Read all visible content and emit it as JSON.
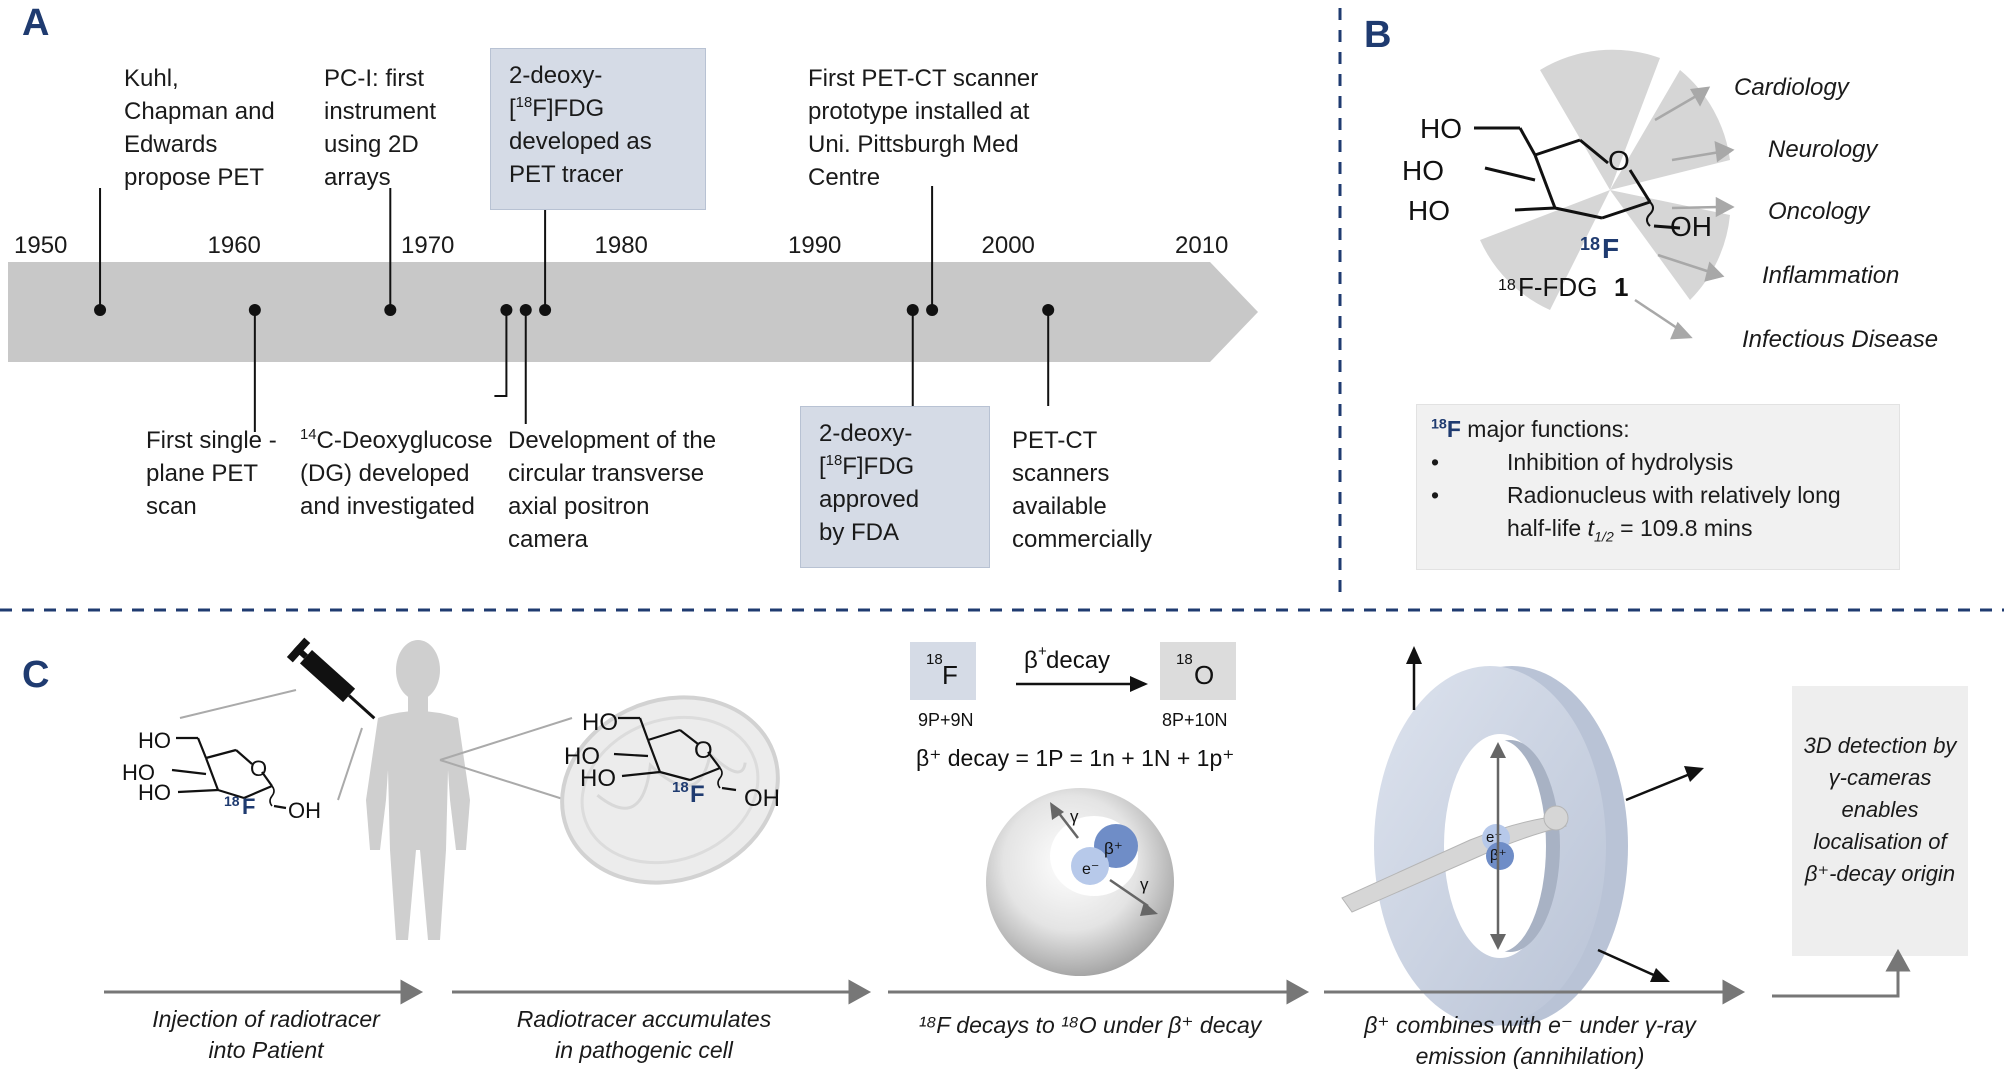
{
  "panels": {
    "a": "A",
    "b": "B",
    "c": "C"
  },
  "timeline": {
    "years": [
      "1950",
      "1960",
      "1970",
      "1980",
      "1990",
      "2000",
      "2010"
    ],
    "events_above": [
      {
        "year": 1953,
        "text": "Kuhl,\nChapman and\nEdwards\npropose PET"
      },
      {
        "year": 1968,
        "text": "PC-I: first\ninstrument\nusing 2D\narrays"
      },
      {
        "year": 1976,
        "pre": "2-deoxy-\n[",
        "sup": "18",
        "post": "F]FDG\ndeveloped as\nPET tracer",
        "boxed": true
      },
      {
        "year": 1996,
        "text": "First PET-CT scanner\nprototype installed at\nUni. Pittsburgh Med\nCentre"
      }
    ],
    "events_below": [
      {
        "year": 1961,
        "text": "First single -\nplane PET\nscan"
      },
      {
        "year": 1974,
        "sup": "14",
        "text": "C-Deoxyglucose\n(DG) developed\nand investigated"
      },
      {
        "year": 1975,
        "text": "Development of the\ncircular transverse\naxial positron\ncamera"
      },
      {
        "year": 1995,
        "pre": "2-deoxy-\n[",
        "sup": "18",
        "post": "F]FDG\napproved\nby FDA",
        "boxed": true
      },
      {
        "year": 2002,
        "text": "PET-CT\nscanners\navailable\ncommercially"
      }
    ]
  },
  "panel_b": {
    "molecule": {
      "ho1": "HO",
      "ho2": "HO",
      "ho3": "HO",
      "o": "O",
      "oh": "OH",
      "f_sup": "18",
      "f": "F"
    },
    "label": {
      "sup": "18",
      "text": "F-FDG",
      "num": "1"
    },
    "applications": [
      "Cardiology",
      "Neurology",
      "Oncology",
      "Inflammation",
      "Infectious Disease"
    ],
    "functions_box": {
      "title_sup": "18",
      "title_f": "F",
      "title": " major functions:",
      "bullet": "•",
      "items": [
        "Inhibition of hydrolysis",
        "Radionucleus with relatively long",
        "half-life "
      ],
      "t_half": "t",
      "t_sub": "1/2",
      "t_val": " = 109.8 mins"
    }
  },
  "panel_c": {
    "molecule": {
      "ho1": "HO",
      "ho2": "HO",
      "ho3": "HO",
      "o": "O",
      "oh": "OH",
      "f_sup": "18",
      "f": "F"
    },
    "decay": {
      "f_box": {
        "sup": "18",
        "sym": "F",
        "sub": "9P+9N"
      },
      "o_box": {
        "sup": "18",
        "sym": "O",
        "sub": "8P+10N"
      },
      "arrow_label_sup": "+",
      "arrow_label": "β",
      "arrow_label_post": " decay",
      "equation": "β⁺ decay = 1P = 1n + 1N + 1p⁺"
    },
    "particles": {
      "beta": "β⁺",
      "electron": "e⁻",
      "gamma": "γ"
    },
    "detection": "3D detection by\nγ-cameras\nenables\nlocalisation of\nβ⁺-decay origin",
    "captions": [
      "Injection of radiotracer\ninto Patient",
      "Radiotracer accumulates\nin pathogenic cell",
      "¹⁸F decays to ¹⁸O under β⁺ decay",
      "β⁺ combines with e⁻ under γ-ray\nemission (annihilation)"
    ]
  },
  "colors": {
    "navy": "#1f3b70",
    "timeline_grey": "#c8c8c8",
    "box_blue": "#d5dbe6",
    "ring": "#cdd6e4"
  }
}
